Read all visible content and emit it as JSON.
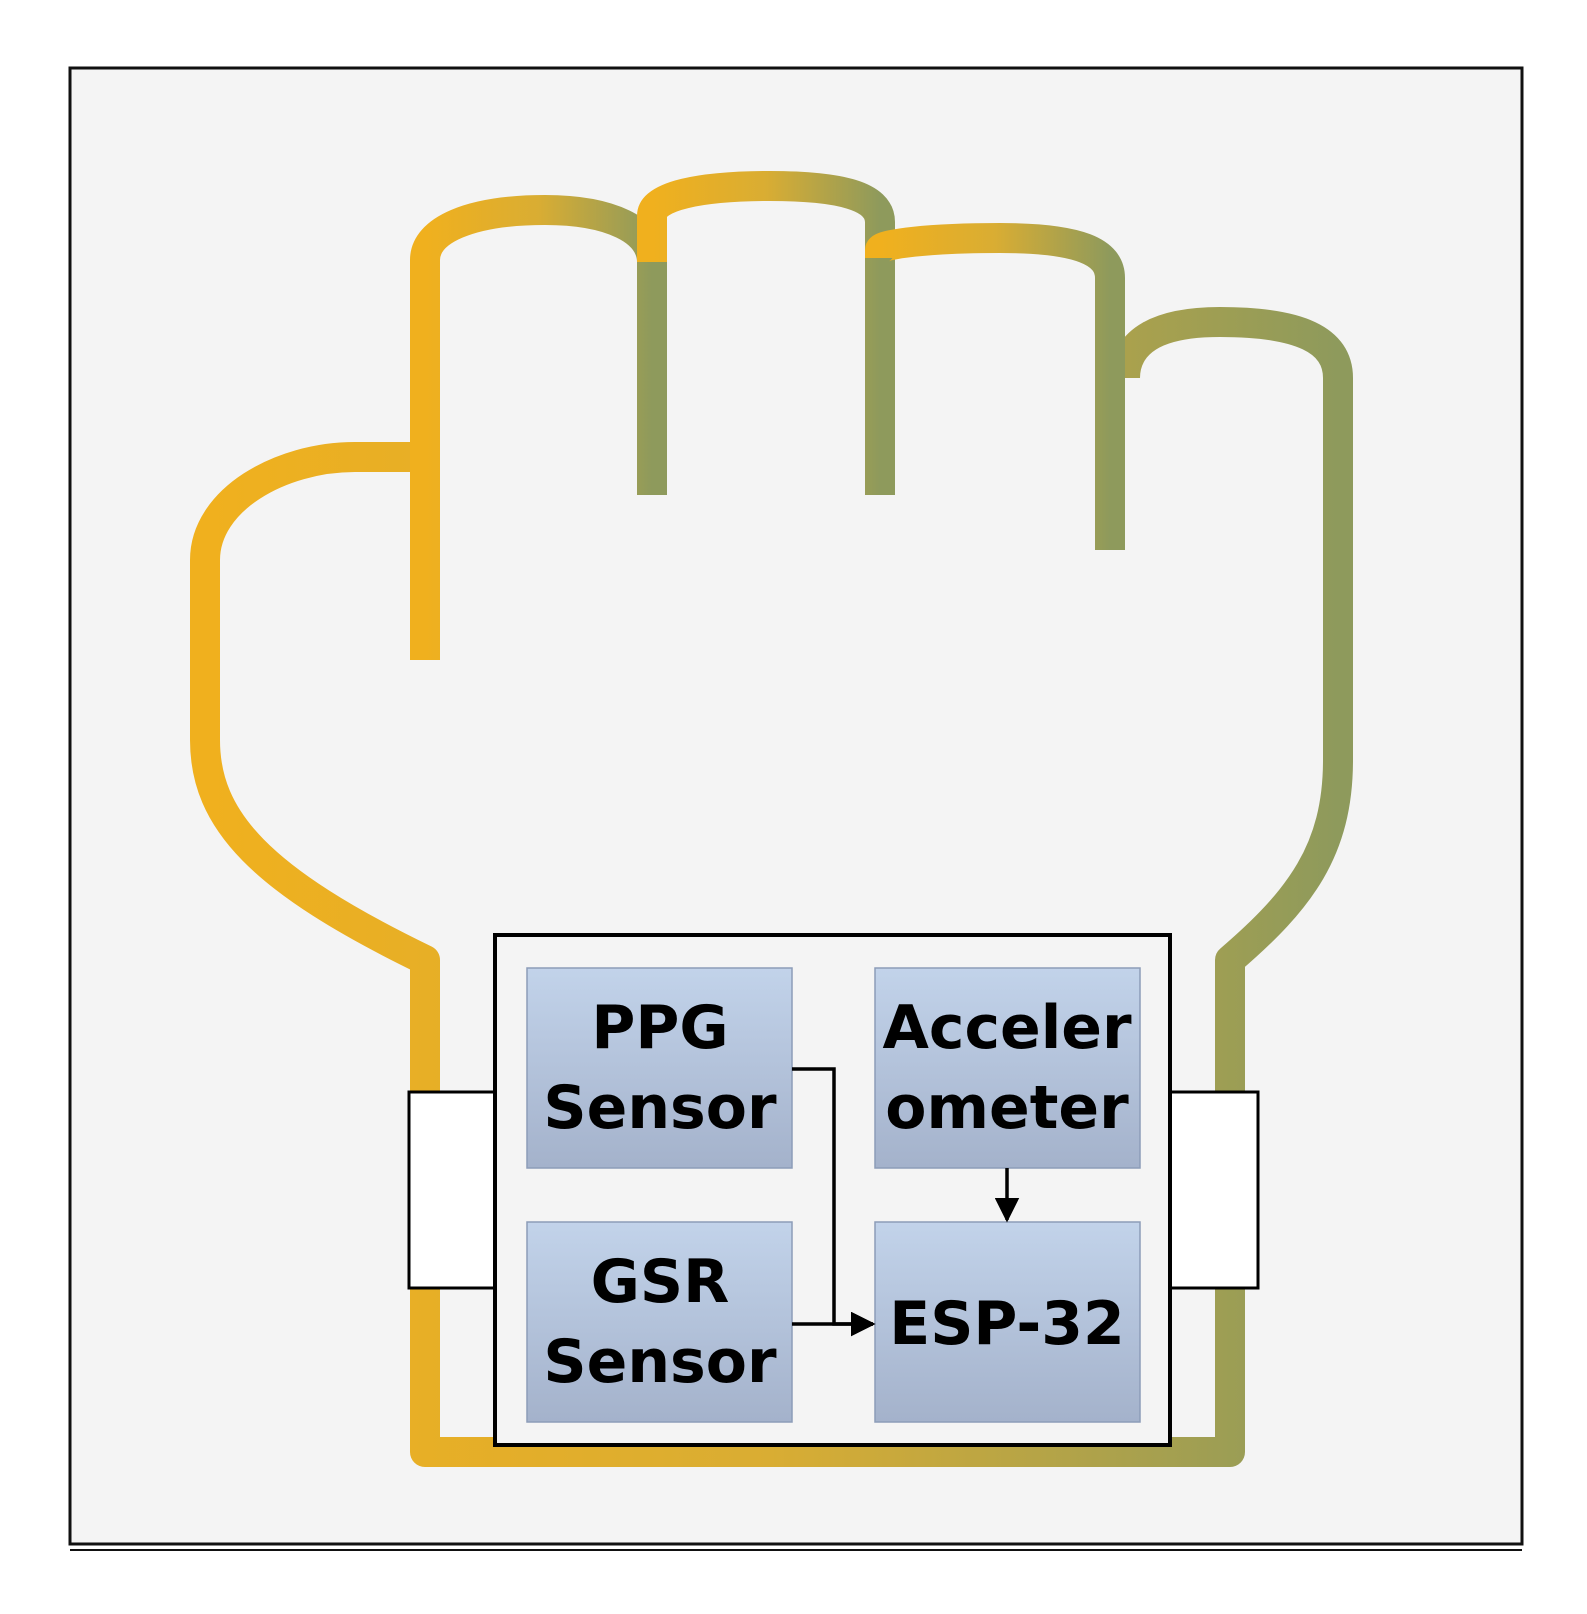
{
  "diagram": {
    "blocks": [
      {
        "id": "ppg",
        "lines": [
          "PPG",
          "Sensor"
        ]
      },
      {
        "id": "accelerometer",
        "lines": [
          "Acceler",
          "ometer"
        ]
      },
      {
        "id": "gsr",
        "lines": [
          "GSR",
          "Sensor"
        ]
      },
      {
        "id": "esp32",
        "lines": [
          "ESP-32"
        ]
      }
    ],
    "connections": [
      {
        "from": "ppg",
        "to": "esp32"
      },
      {
        "from": "gsr",
        "to": "esp32"
      },
      {
        "from": "accelerometer",
        "to": "esp32"
      }
    ],
    "colors": {
      "background": "#f4f4f4",
      "hand_left": "#f0b01e",
      "hand_mid": "#d9ad33",
      "hand_right": "#8e9a5c",
      "block_fill_top": "#c2d3ea",
      "block_fill_bottom": "#a4b2cb",
      "block_border": "#8c9cb8",
      "line": "#000000"
    }
  }
}
